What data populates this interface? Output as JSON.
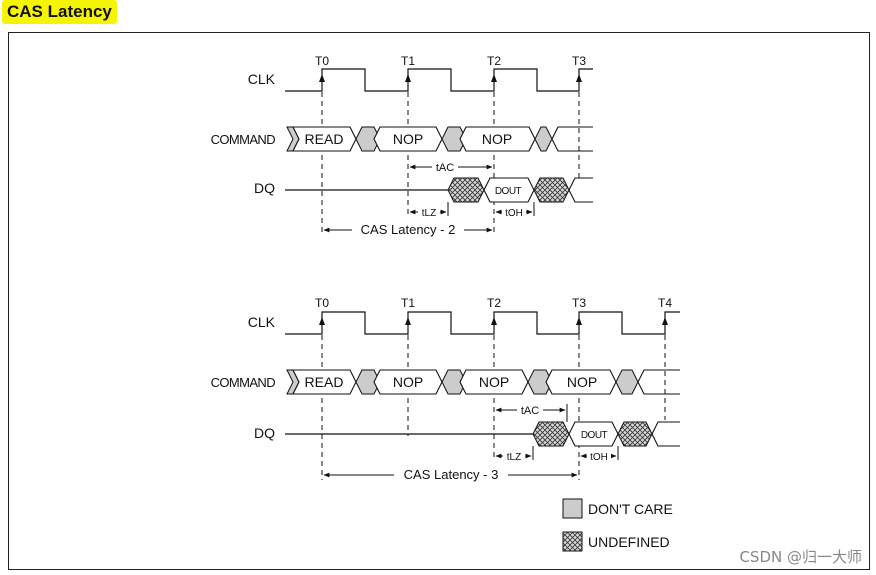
{
  "title": "CAS Latency",
  "watermark": "CSDN @归一大师",
  "colors": {
    "dont_care_fill": "#cccccc",
    "undefined_fill": "#cfcfcf",
    "title_bg": "#f5f500"
  },
  "signals": {
    "clk": "CLK",
    "command": "COMMAND",
    "dq": "DQ"
  },
  "diagrams": [
    {
      "ticks": [
        "T0",
        "T1",
        "T2",
        "T3"
      ],
      "commands": [
        "READ",
        "NOP",
        "NOP"
      ],
      "tac_label": "tAC",
      "tlz_label": "tLZ",
      "toh_label": "tOH",
      "dout_label": "DOUT",
      "latency_label": "CAS Latency - 2"
    },
    {
      "ticks": [
        "T0",
        "T1",
        "T2",
        "T3",
        "T4"
      ],
      "commands": [
        "READ",
        "NOP",
        "NOP",
        "NOP"
      ],
      "tac_label": "tAC",
      "tlz_label": "tLZ",
      "toh_label": "tOH",
      "dout_label": "DOUT",
      "latency_label": "CAS Latency - 3"
    }
  ],
  "legend": {
    "dont_care": "DON'T CARE",
    "undefined": "UNDEFINED"
  }
}
